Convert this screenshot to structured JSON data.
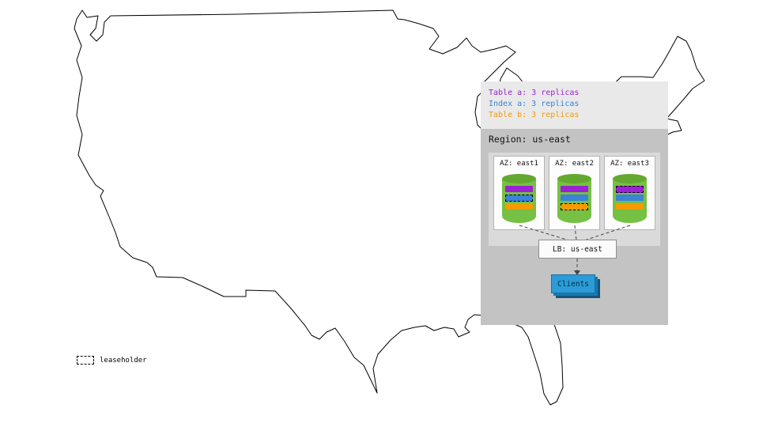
{
  "replica_legend": {
    "items": [
      {
        "id": "table-a",
        "label": "Table a: 3 replicas",
        "color": "#9c20d4"
      },
      {
        "id": "index-a",
        "label": "Index a: 3 replicas",
        "color": "#3b82d9"
      },
      {
        "id": "table-b",
        "label": "Table b: 3 replicas",
        "color": "#f79a00"
      }
    ]
  },
  "region": {
    "title": "Region: us-east",
    "azs": [
      {
        "label": "AZ: east1",
        "bands": [
          {
            "replica": "table-a",
            "color": "#9c20d4",
            "dashed": false
          },
          {
            "replica": "index-a",
            "color": "#3b82d9",
            "dashed": true
          },
          {
            "replica": "table-b",
            "color": "#f79a00",
            "dashed": false
          }
        ]
      },
      {
        "label": "AZ: east2",
        "bands": [
          {
            "replica": "table-a",
            "color": "#9c20d4",
            "dashed": false
          },
          {
            "replica": "index-a",
            "color": "#3b82d9",
            "dashed": false
          },
          {
            "replica": "table-b",
            "color": "#f79a00",
            "dashed": true
          }
        ]
      },
      {
        "label": "AZ: east3",
        "bands": [
          {
            "replica": "table-a",
            "color": "#9c20d4",
            "dashed": true
          },
          {
            "replica": "index-a",
            "color": "#3b82d9",
            "dashed": false
          },
          {
            "replica": "table-b",
            "color": "#f79a00",
            "dashed": false
          }
        ]
      }
    ],
    "load_balancer": {
      "label": "LB: us-east"
    },
    "clients": {
      "label": "Clients",
      "color": "#2b9cd8"
    }
  },
  "leaseholder_legend": {
    "label": "leaseholder"
  },
  "colors": {
    "cylinder_body": "#76c043",
    "cylinder_top": "#63a930",
    "panel_legend": "#e9e9e9",
    "panel_region": "#c3c3c3",
    "panel_az_area": "#dadada",
    "map_outline": "#000000"
  }
}
